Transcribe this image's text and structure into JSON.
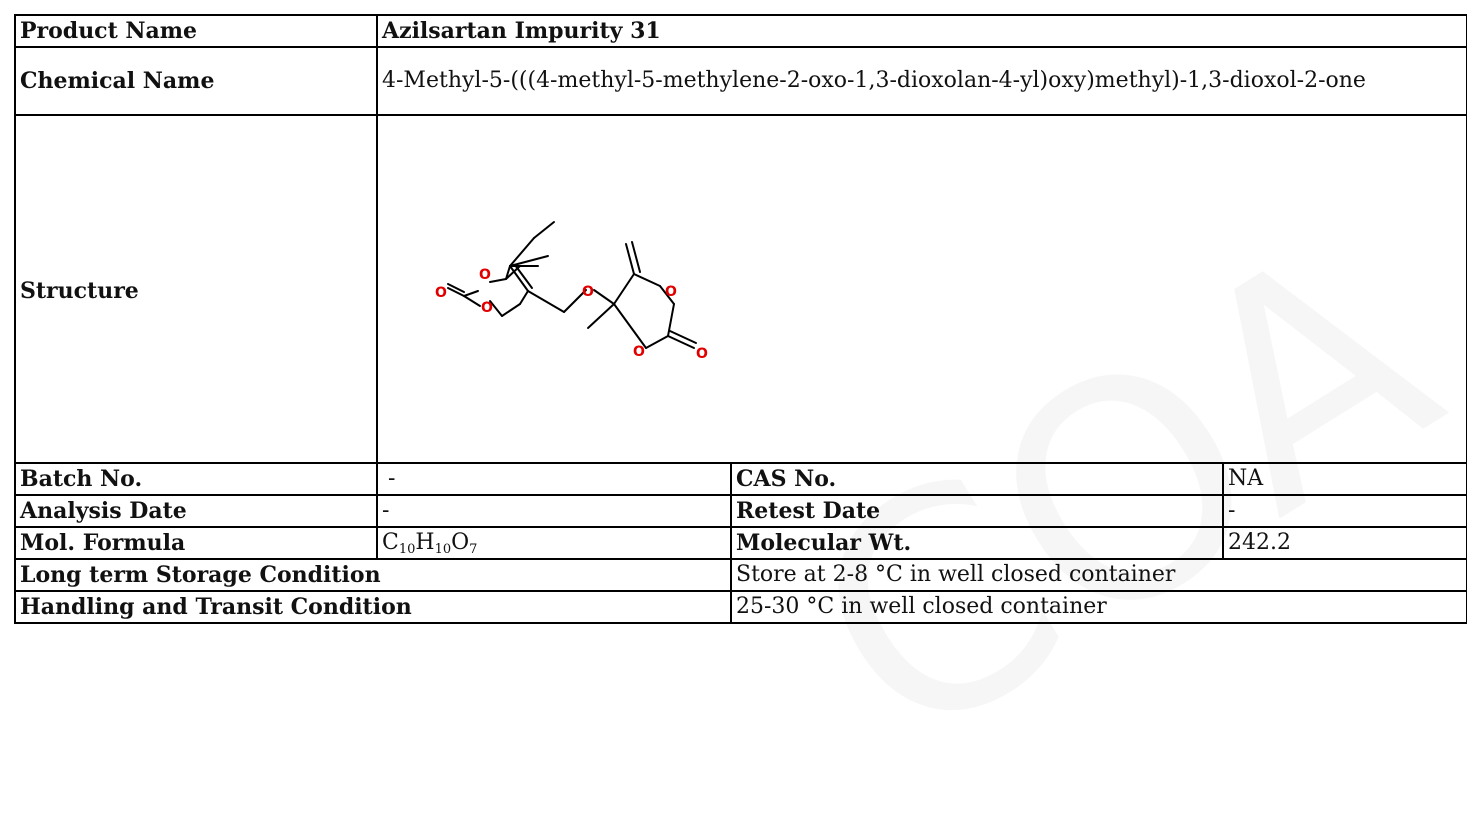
{
  "watermark": "COA",
  "product_name": {
    "label": "Product Name",
    "value": "Azilsartan Impurity 31"
  },
  "chemical_name": {
    "label": "Chemical Name",
    "value": "4-Methyl-5-(((4-methyl-5-methylene-2-oxo-1,3-dioxolan-4-yl)oxy)methyl)-1,3-dioxol-2-one"
  },
  "structure": {
    "label": "Structure",
    "atom_label": "O",
    "atom_color": "#e00000"
  },
  "batch_no": {
    "label": "Batch No.",
    "value": "-"
  },
  "cas_no": {
    "label": "CAS No.",
    "value": "NA"
  },
  "analysis_date": {
    "label": "Analysis Date",
    "value": "-"
  },
  "retest_date": {
    "label": "Retest Date",
    "value": "-"
  },
  "mol_formula": {
    "label": "Mol. Formula",
    "c": "C",
    "c_n": "10",
    "h": "H",
    "h_n": "10",
    "o": "O",
    "o_n": "7"
  },
  "molecular_wt": {
    "label": "Molecular Wt.",
    "value": "242.2"
  },
  "storage": {
    "label": "Long term Storage Condition",
    "value": "Store at 2-8 °C in well closed container"
  },
  "handling": {
    "label": "Handling and Transit Condition",
    "value": "25-30 °C in well closed container"
  }
}
